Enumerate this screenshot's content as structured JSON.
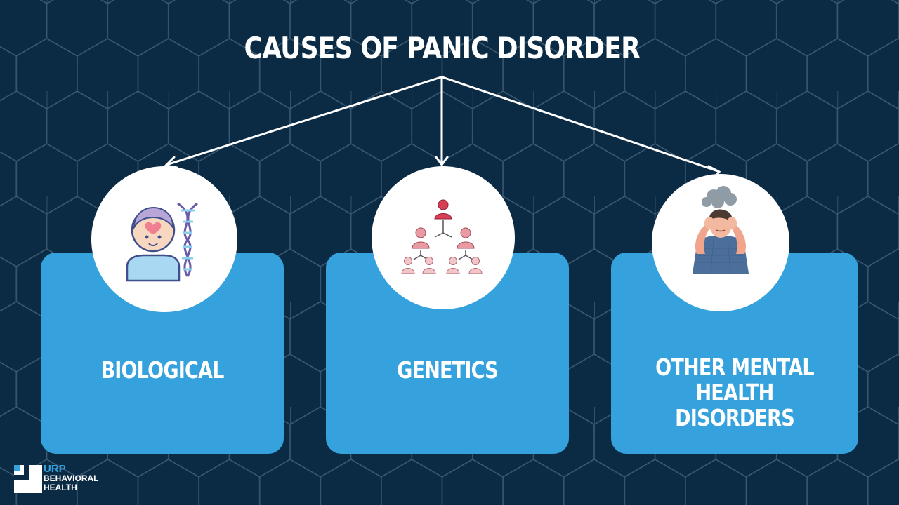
{
  "title": "CAUSES OF PANIC DISORDER",
  "causes": [
    {
      "label_lines": [
        "BIOLOGICAL"
      ],
      "icon": "dna-head-icon"
    },
    {
      "label_lines": [
        "GENETICS"
      ],
      "icon": "family-tree-icon"
    },
    {
      "label_lines": [
        "OTHER MENTAL",
        "HEALTH DISORDERS"
      ],
      "icon": "distressed-person-icon"
    }
  ],
  "logo": {
    "line1": "URP",
    "line2": "BEHAVIORAL",
    "line3": "HEALTH"
  },
  "colors": {
    "background": "#0b2b45",
    "card": "#35a2dd",
    "hex_lines": "#3a5770",
    "text": "#ffffff"
  }
}
